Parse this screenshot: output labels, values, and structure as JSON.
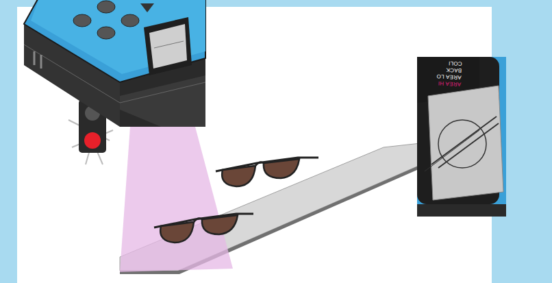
{
  "diagram": {
    "labels": [
      "COLI",
      "BACK",
      "AREA LO",
      "AREA HI"
    ]
  }
}
